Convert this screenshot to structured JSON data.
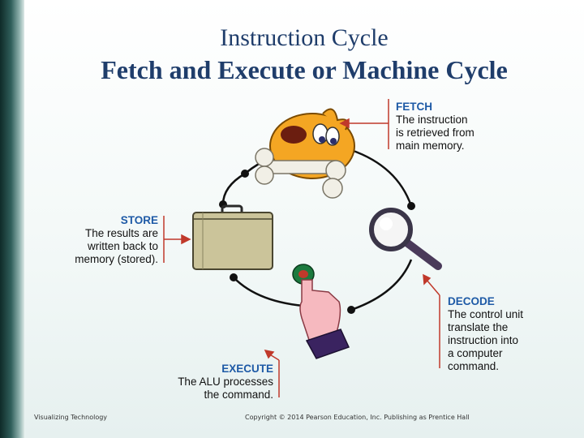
{
  "slide": {
    "title_line1": "Instruction Cycle",
    "title_line2": "Fetch and Execute or Machine Cycle"
  },
  "stages": {
    "fetch": {
      "head": "FETCH",
      "lines": [
        "The instruction",
        "is retrieved from",
        "main memory."
      ],
      "icon": "dog-with-bone-icon"
    },
    "decode": {
      "head": "DECODE",
      "lines": [
        "The control unit",
        "translate the",
        "instruction into",
        "a computer",
        "command."
      ],
      "icon": "magnifying-glass-icon"
    },
    "execute": {
      "head": "EXECUTE",
      "lines": [
        "The ALU processes",
        "the command."
      ],
      "icon": "hand-pressing-button-icon"
    },
    "store": {
      "head": "STORE",
      "lines": [
        "The results are",
        "written back to",
        "memory (stored)."
      ],
      "icon": "briefcase-icon"
    }
  },
  "footer": {
    "left": "Visualizing Technology",
    "center": "Copyright © 2014 Pearson Education, Inc. Publishing as Prentice Hall"
  },
  "colors": {
    "title": "#1f3d6b",
    "stage_head": "#1e5aa6",
    "arrow": "#c0392b",
    "cycle_line": "#111111"
  }
}
